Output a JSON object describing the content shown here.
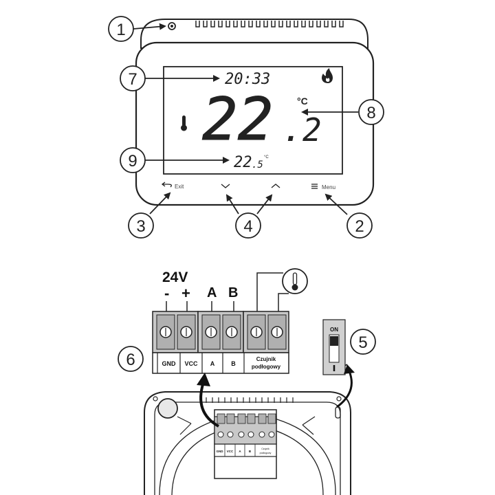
{
  "display": {
    "time": "20:33",
    "temp_main": "22",
    "temp_dot": ".",
    "temp_decimal": "2",
    "unit_main": "°C",
    "set_temp_main": "22",
    "set_temp_decimal": ".5",
    "set_temp_unit": "°C"
  },
  "buttons": {
    "exit_label": "Exit",
    "menu_label": "Menu"
  },
  "callouts": [
    "1",
    "2",
    "3",
    "4",
    "5",
    "6",
    "7",
    "8",
    "9"
  ],
  "terminals": {
    "voltage": "24V",
    "minus": "-",
    "plus": "+",
    "a": "A",
    "b": "B",
    "labels": {
      "gnd": "GND",
      "vcc": "VCC",
      "a": "A",
      "b": "B",
      "sensor_line1": "Czujnik",
      "sensor_line2": "podłogowy"
    }
  },
  "switch": {
    "on_label": "ON"
  },
  "mini_labels": {
    "gnd": "GND",
    "vcc": "VCC",
    "a": "A",
    "b": "B",
    "sensor_line1": "Czujnik",
    "sensor_line2": "podłogowy"
  },
  "colors": {
    "line": "#222222",
    "terminal_fill": "#c8c8c8",
    "switch_bg": "#d0d0d0"
  }
}
